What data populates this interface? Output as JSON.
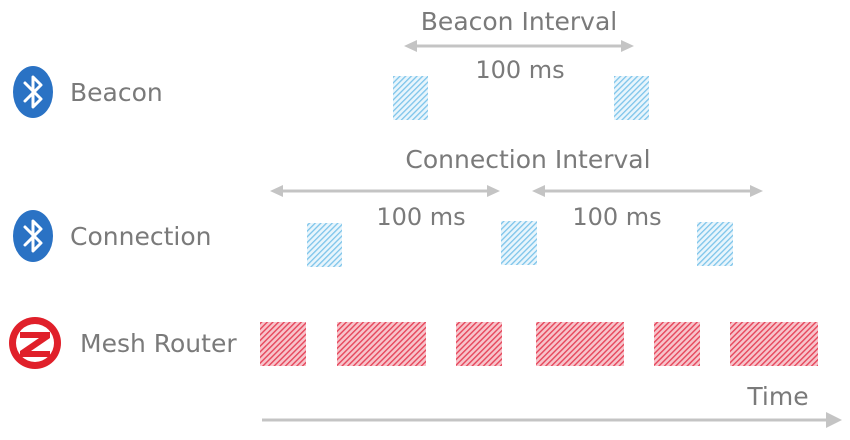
{
  "rows": {
    "beacon": {
      "label": "Beacon",
      "icon": "bluetooth-icon",
      "color": "#2a72c4",
      "interval_title": "Beacon Interval",
      "interval_value": "100 ms"
    },
    "connection": {
      "label": "Connection",
      "icon": "bluetooth-icon",
      "color": "#2a72c4",
      "interval_title": "Connection Interval",
      "interval_values": [
        "100 ms",
        "100 ms"
      ]
    },
    "mesh": {
      "label": "Mesh Router",
      "icon": "zigbee-icon",
      "color": "#e0202a"
    }
  },
  "time_axis": {
    "label": "Time"
  },
  "colors": {
    "ble_packet": "#7cc4ea",
    "zigbee_packet": "#e6455a",
    "arrow": "#c4c4c4",
    "text": "#7a7a7a"
  }
}
